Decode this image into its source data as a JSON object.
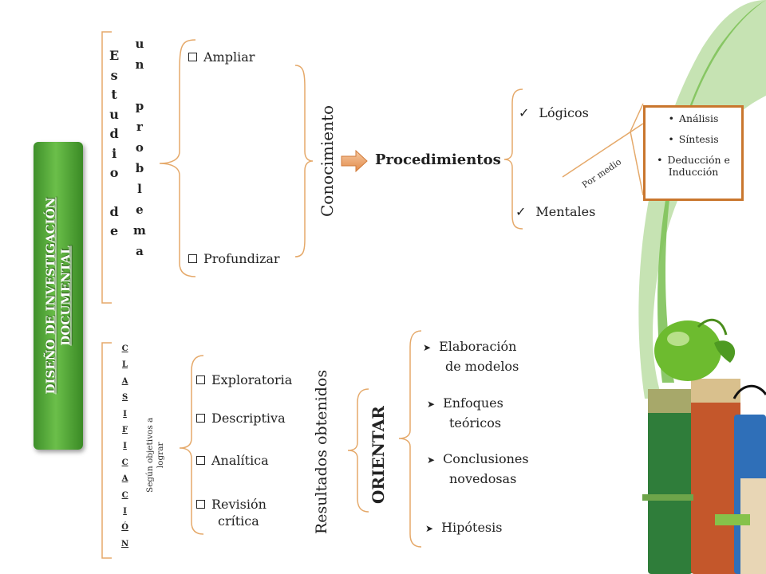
{
  "main_title_line1": "DISEÑO DE INVESTIGACIÓN",
  "main_title_line2": "DOCUMENTAL",
  "estudio_letters": [
    "E",
    "s",
    "t",
    "u",
    "d",
    "i",
    "o",
    "",
    "d",
    "e"
  ],
  "problema_letters": [
    "u",
    "n",
    "",
    "p",
    "r",
    "o",
    "b",
    "l",
    "e",
    "m",
    "a"
  ],
  "top_options": {
    "ampliar": "Ampliar",
    "profundizar": "Profundizar"
  },
  "conocimiento": "Conocimiento",
  "procedimientos": "Procedimientos",
  "proc_types": {
    "logicos": "Lógicos",
    "mentales": "Mentales"
  },
  "por_medio": "Por medio",
  "methods": [
    "Análisis",
    "Síntesis",
    "Deducción e Inducción"
  ],
  "clasificacion_letters": [
    "C",
    "L",
    "A",
    "S",
    "I",
    "F",
    "I",
    "C",
    "A",
    "C",
    "I",
    "Ó",
    "N"
  ],
  "segun_objetivos": {
    "line1": "Según objetivos a",
    "line2": "lograr"
  },
  "types": {
    "exploratoria": "Exploratoria",
    "descriptiva": "Descriptiva",
    "analitica": "Analítica",
    "revision_line1": "Revisión",
    "revision_line2": "crítica"
  },
  "resultados": "Resultados obtenidos",
  "orientar": "ORIENTAR",
  "outcomes": {
    "elaboracion_1": "Elaboración",
    "elaboracion_2": "de modelos",
    "enfoques_1": "Enfoques",
    "enfoques_2": "teóricos",
    "conclusiones_1": "Conclusiones",
    "conclusiones_2": "novedosas",
    "hipotesis": "Hipótesis"
  },
  "colors": {
    "green": "#4f9f35",
    "orange": "#c9762d",
    "bracket": "#e5a96a"
  }
}
